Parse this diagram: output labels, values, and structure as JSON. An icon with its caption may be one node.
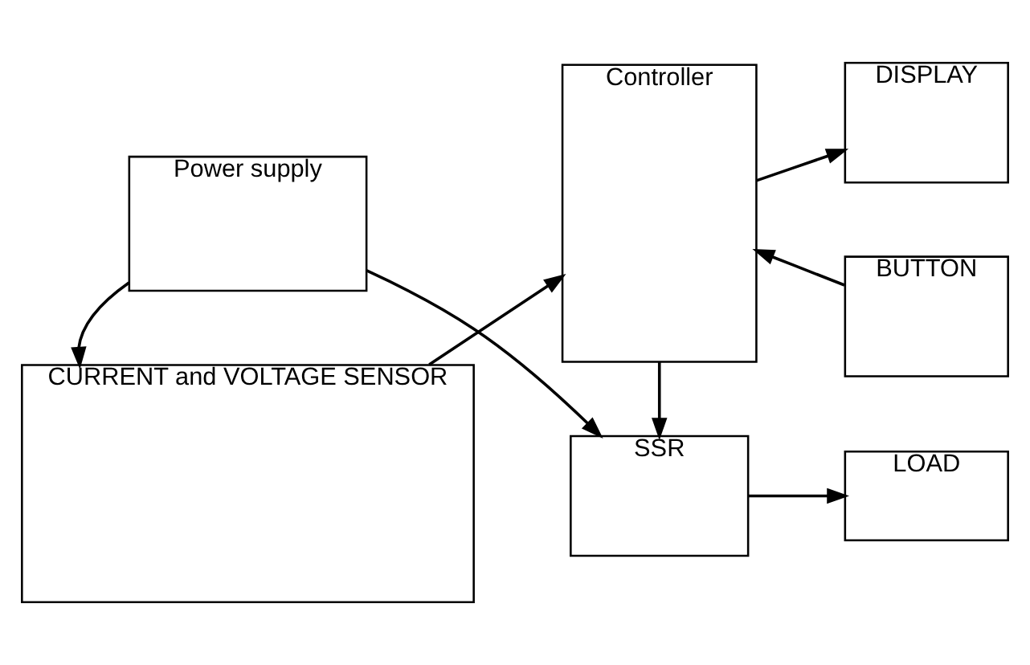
{
  "diagram": {
    "nodes": [
      {
        "text": [
          "CURRENT and VOLTAGE SENSOR"
        ]
      },
      {
        "text": [
          "Controller"
        ]
      },
      {
        "text": [
          "DISPLAY"
        ]
      },
      {
        "text": [
          "BUTTON"
        ]
      },
      {
        "text": [
          "Power supply"
        ]
      },
      {
        "text": [
          "SSR"
        ]
      },
      {
        "text": [
          "LOAD"
        ]
      }
    ],
    "edges": [
      {
        "from": 0,
        "to": 1,
        "arrow": "to"
      },
      {
        "from": 1,
        "to": 2,
        "arrow": "to"
      },
      {
        "from": 3,
        "to": 1,
        "arrow": "to"
      },
      {
        "from": 1,
        "to": 5,
        "arrow": "to"
      },
      {
        "from": 4,
        "to": 0,
        "arrow": "to"
      },
      {
        "from": 4,
        "to": 5,
        "arrow": "to"
      },
      {
        "from": 5,
        "to": 6,
        "arrow": "to"
      }
    ]
  }
}
